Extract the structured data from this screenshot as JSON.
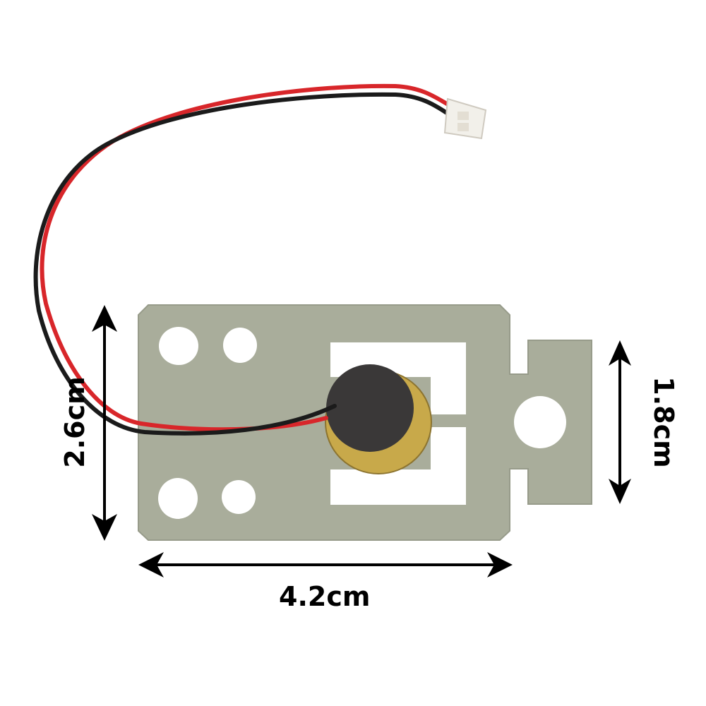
{
  "image": {
    "subject": "piezo sensor on metal plate with red/black lead wires and white connector",
    "colors": {
      "plate": "#a9ad9b",
      "plate_edge": "#8f9384",
      "wire_red": "#d8262a",
      "wire_black": "#1b1b1b",
      "sensor_foam": "#3a3838",
      "sensor_ring": "#c8a94a",
      "connector": "#f2f0ea",
      "arrow": "#000000"
    }
  },
  "dimensions": {
    "width_label": "4.2cm",
    "height_label": "2.6cm",
    "tab_label": "1.8cm"
  }
}
